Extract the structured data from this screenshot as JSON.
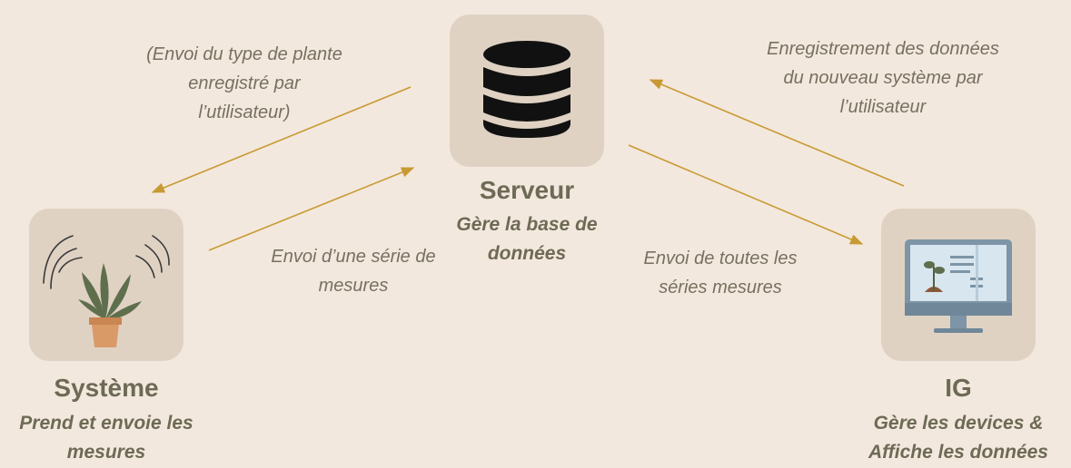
{
  "nodes": {
    "serveur": {
      "title": "Serveur",
      "subtitle": "Gère la base de données",
      "icon": "database-icon"
    },
    "systeme": {
      "title": "Système",
      "subtitle": "Prend et envoie les mesures",
      "icon": "plant-sensor-icon"
    },
    "ig": {
      "title": "IG",
      "subtitle": "Gère les devices & Affiche les données",
      "icon": "computer-monitor-icon"
    }
  },
  "edges": {
    "server_to_system": "(Envoi du type de plante enregistré par l’utilisateur)",
    "system_to_server": "Envoi d’une série de mesures",
    "server_to_ig": "Envoi de toutes les séries mesures",
    "ig_to_server": "Enregistrement des données du nouveau système par l’utilisateur"
  },
  "colors": {
    "background": "#f3e8de",
    "node_box": "#e0d2c3",
    "arrow": "#c89a33",
    "text": "#6d6a55"
  }
}
